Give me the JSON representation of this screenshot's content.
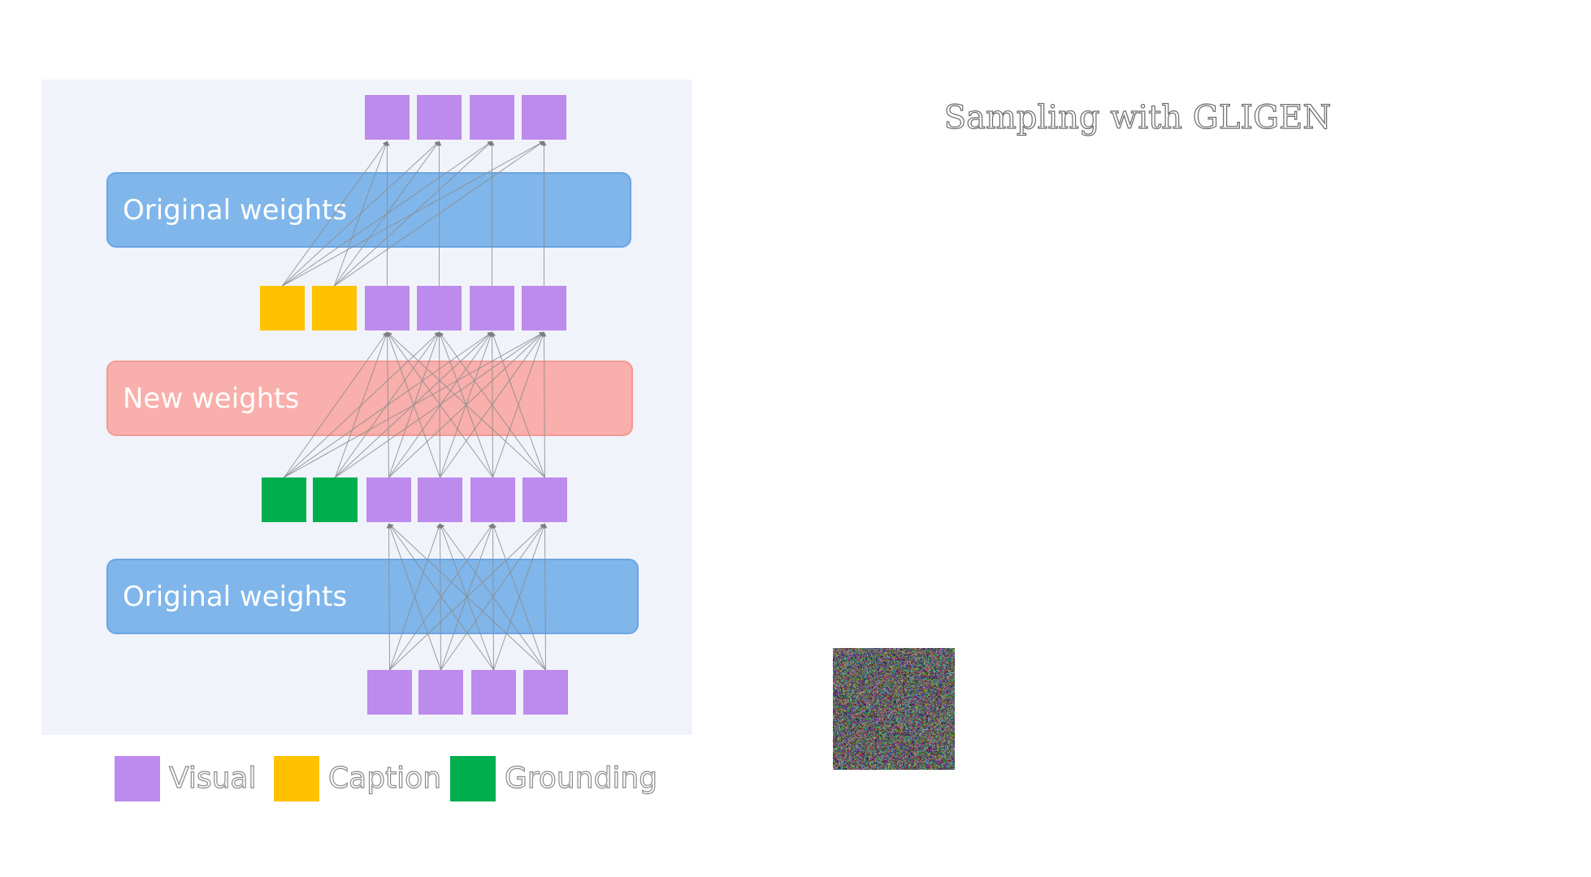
{
  "title": "Sampling with GLIGEN",
  "bands": {
    "top": "Original weights",
    "middle": "New weights",
    "bottom": "Original weights"
  },
  "legend": {
    "visual": "Visual",
    "caption": "Caption",
    "grounding": "Grounding"
  },
  "colors": {
    "visual": "#bd8aed",
    "caption": "#fec200",
    "grounding": "#00ae4e",
    "original_weights": "#80b6ea",
    "new_weights": "#f9afab",
    "panel": "#f0f3fa",
    "edge": "#8c8c8c"
  },
  "rows": {
    "output": [
      "visual",
      "visual",
      "visual",
      "visual"
    ],
    "after_new": [
      "caption",
      "caption",
      "visual",
      "visual",
      "visual",
      "visual"
    ],
    "after_original": [
      "grounding",
      "grounding",
      "visual",
      "visual",
      "visual",
      "visual"
    ],
    "input": [
      "visual",
      "visual",
      "visual",
      "visual"
    ]
  },
  "noise_image": "random-noise-latent"
}
